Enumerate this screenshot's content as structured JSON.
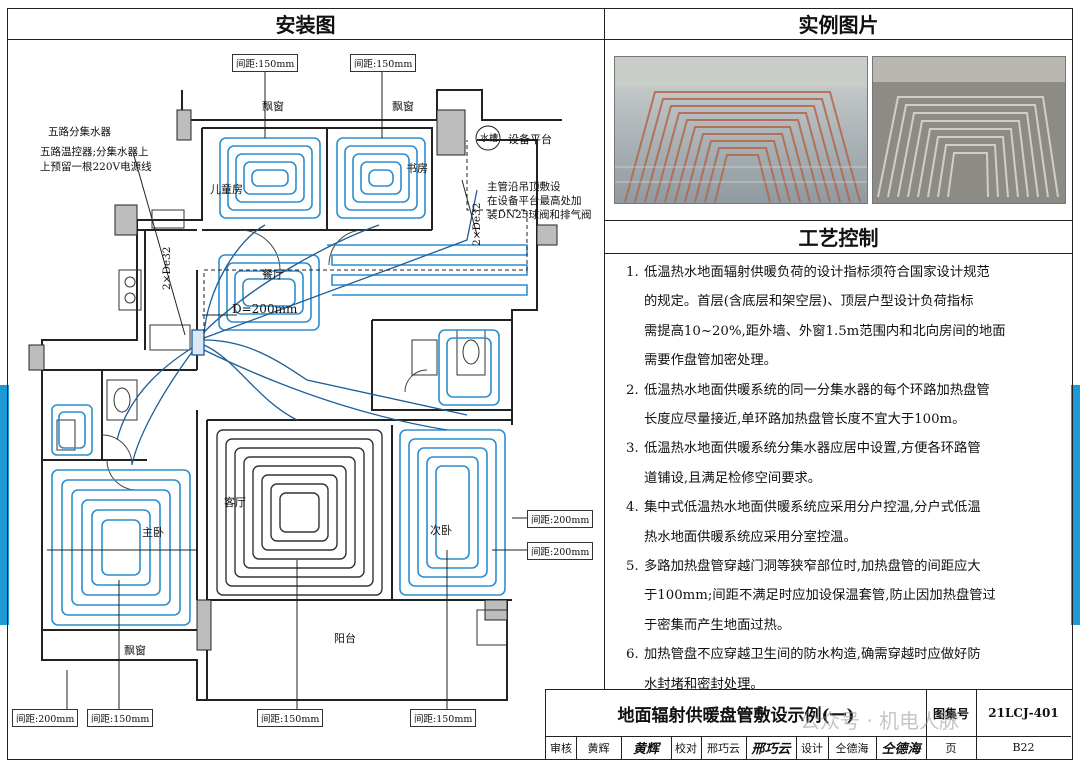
{
  "headers": {
    "install": "安装图",
    "photos": "实例图片",
    "process": "工艺控制"
  },
  "plan": {
    "rooms": {
      "bay_window_1": "飘窗",
      "bay_window_2": "飘窗",
      "bay_window_3": "飘窗",
      "kids_room": "儿童房",
      "study": "书房",
      "dining": "餐厅",
      "living": "客厅",
      "master_bed": "主卧",
      "second_bed": "次卧",
      "balcony": "阳台",
      "water_heater": "水槽",
      "equipment": "设备平台"
    },
    "annotations": {
      "manifold_title": "五路分集水器",
      "manifold_note_1": "五路温控器;分集水器上",
      "manifold_note_2": "上预留一根220V电源线",
      "main_pipe_1": "主管沿吊顶敷设",
      "main_pipe_2": "在设备平台最高处加",
      "main_pipe_3": "装DN25球阀和排气阀",
      "pipe_spec_1": "2×De32",
      "pipe_spec_2": "2×De32",
      "d_200": "D=200mm"
    },
    "spacing_labels": {
      "top_1": "间距:150mm",
      "top_2": "间距:150mm",
      "right_1": "间距:200mm",
      "right_2": "间距:200mm",
      "bottom_1": "间距:200mm",
      "bottom_2": "间距:150mm",
      "bottom_3": "间距:150mm",
      "bottom_4": "间距:150mm"
    }
  },
  "requirements": [
    {
      "num": "1.",
      "lines": [
        "低温热水地面辐射供暖负荷的设计指标须符合国家设计规范",
        "的规定。首层(含底层和架空层)、顶层户型设计负荷指标",
        "需提高10~20%,距外墙、外窗1.5m范围内和北向房间的地面",
        "需要作盘管加密处理。"
      ]
    },
    {
      "num": "2.",
      "lines": [
        "低温热水地面供暖系统的同一分集水器的每个环路加热盘管",
        "长度应尽量接近,单环路加热盘管长度不宜大于100m。"
      ]
    },
    {
      "num": "3.",
      "lines": [
        "低温热水地面供暖系统分集水器应居中设置,方便各环路管",
        "道铺设,且满足检修空间要求。"
      ]
    },
    {
      "num": "4.",
      "lines": [
        "集中式低温热水地面供暖系统应采用分户控温,分户式低温",
        "热水地面供暖系统应采用分室控温。"
      ]
    },
    {
      "num": "5.",
      "lines": [
        "多路加热盘管穿越门洞等狭窄部位时,加热盘管的间距应大",
        "于100mm;间距不满足时应加设保温套管,防止因加热盘管过",
        "于密集而产生地面过热。"
      ]
    },
    {
      "num": "6.",
      "lines": [
        "加热管盘不应穿越卫生间的防水构造,确需穿越时应做好防",
        "水封堵和密封处理。"
      ]
    }
  ],
  "title_block": {
    "title": "地面辐射供暖盘管敷设示例(一)",
    "atlas_label": "图集号",
    "atlas_no": "21LCJ-401",
    "review_label": "审核",
    "reviewer": "黄辉",
    "reviewer_sig": "黄辉",
    "check_label": "校对",
    "checker": "邢巧云",
    "checker_sig": "邢巧云",
    "design_label": "设计",
    "designer": "仝德海",
    "designer_sig": "仝德海",
    "page_label": "页",
    "page_no": "B22"
  },
  "watermark": "公众号 · 机电人脉",
  "colors": {
    "pipe": "#2d8fd0",
    "wall": "#222222",
    "accent_tab": "#1e9ad6"
  }
}
